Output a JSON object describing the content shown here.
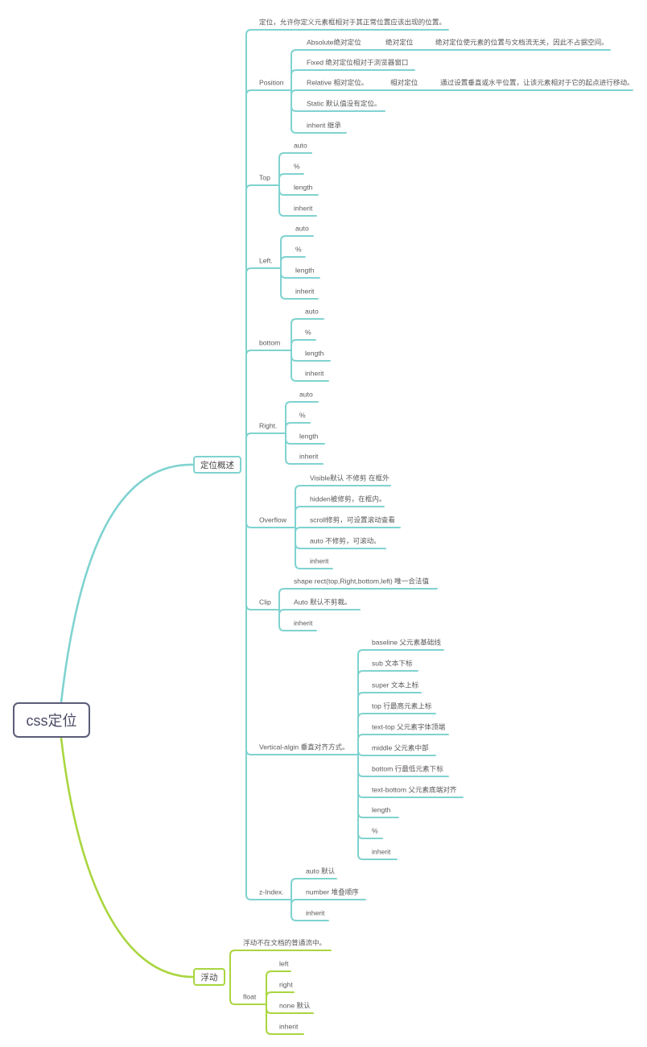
{
  "root": "css定位",
  "colors": {
    "teal": "#7fd3d0",
    "green": "#a9d63f",
    "root_border": "#5b5b78",
    "text": "#5a5a5a"
  },
  "positioning": {
    "label": "定位概述",
    "intro": "定位，允许你定义元素框相对于其正常位置应该出现的位置。",
    "position": {
      "label": "Position",
      "absolute": {
        "label": "Absolute绝对定位",
        "sub": "绝对定位",
        "desc": "绝对定位使元素的位置与文档流无关，因此不占据空间。"
      },
      "fixed": "Fixed 绝对定位相对于浏览器窗口",
      "relative": {
        "label": "Relative 相对定位。",
        "sub": "相对定位",
        "desc": "通过设置垂直或水平位置，让该元素相对于它的起点进行移动。"
      },
      "static": "Static 默认值没有定位。",
      "inherit": "inherit 继承"
    },
    "top": {
      "label": "Top",
      "items": [
        "auto",
        "%",
        "length",
        "inherit"
      ]
    },
    "left": {
      "label": "Left.",
      "items": [
        "auto",
        "%",
        "length",
        "inherit"
      ]
    },
    "bottom": {
      "label": "bottom",
      "items": [
        "auto",
        "%",
        "length",
        "inherit"
      ]
    },
    "right": {
      "label": "Right.",
      "items": [
        "auto",
        "%",
        "length",
        "inherit"
      ]
    },
    "overflow": {
      "label": "Overflow",
      "items": [
        "Visible默认 不修剪 在框外",
        "hidden被修剪，在框内。",
        "scroll修剪，可设置滚动查看",
        "auto 不修剪，可滚动。",
        "inherit"
      ]
    },
    "clip": {
      "label": "Clip",
      "items": [
        "shape rect(top,Right,bottom,left) 唯一合法值",
        "Auto 默认不剪裁。",
        "inherit"
      ]
    },
    "vertical_align": {
      "label": "Vertical-algin 垂直对齐方式。",
      "items": [
        "baseline 父元素基础线",
        "sub 文本下标",
        "super 文本上标",
        "top 行最高元素上标",
        "text-top 父元素字体顶端",
        "middle 父元素中部",
        "bottom 行最低元素下标",
        "text-bottom 父元素底端对齐",
        "length",
        "%",
        "inherit"
      ]
    },
    "z_index": {
      "label": "z-Index.",
      "items": [
        "auto 默认",
        "number 堆叠顺序",
        "inherit"
      ]
    }
  },
  "floating": {
    "label": "浮动",
    "intro": "浮动不在文档的普通流中。",
    "float": {
      "label": "float",
      "items": [
        "left",
        "right",
        "none 默认",
        "inherit"
      ]
    }
  }
}
